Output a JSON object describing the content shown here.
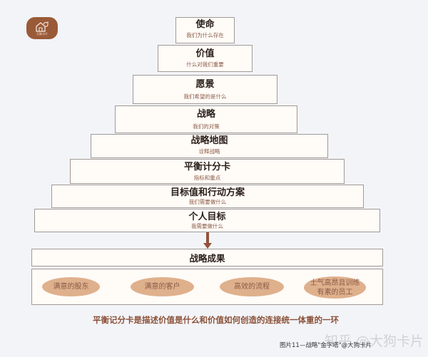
{
  "logo": {
    "icon": "house-dog-icon",
    "text": "大狗卡片",
    "color": "#9a5a38"
  },
  "pyramid": [
    {
      "title": "使命",
      "subtitle": "我们为什么存在"
    },
    {
      "title": "价值",
      "subtitle": "什么对我们重要"
    },
    {
      "title": "愿景",
      "subtitle": "我们希望的是什么"
    },
    {
      "title": "战略",
      "subtitle": "我们的对策"
    },
    {
      "title": "战略地图",
      "subtitle": "诠释战略"
    },
    {
      "title": "平衡计分卡",
      "subtitle": "指标和重点"
    },
    {
      "title": "目标值和行动方案",
      "subtitle": "我们需要做什么"
    },
    {
      "title": "个人目标",
      "subtitle": "我需要做什么"
    }
  ],
  "result": {
    "title": "战略成果"
  },
  "outcomes": [
    {
      "label": "满意的股东"
    },
    {
      "label": "满意的客户"
    },
    {
      "label": "高效的流程"
    },
    {
      "label_line1": "士气高昂且训练",
      "label_line2": "有素的员工"
    }
  ],
  "caption": "平衡记分卡是描述价值是什么和价值如何创造的连接统一体重的一环",
  "watermark": "知乎 @大狗卡片",
  "figure_label": "图片11—战略\"金字塔\"@大狗卡片",
  "colors": {
    "box_fill": "#fffbf7",
    "box_border": "#a09a96",
    "ellipse_fill": "#dfb08c",
    "arrow": "#93533a",
    "caption": "#8a5138",
    "background": "#f3f4f8"
  }
}
